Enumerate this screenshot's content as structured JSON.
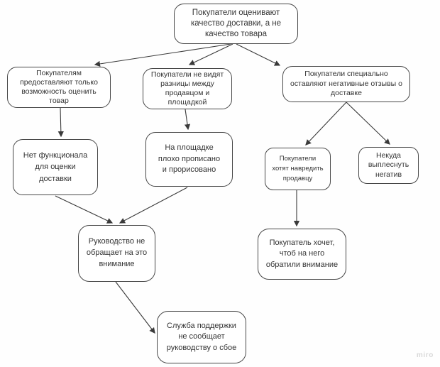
{
  "app": {
    "watermark": "miro"
  },
  "diagram": {
    "type": "cause-tree-flowchart",
    "colors": {
      "node_fill": "#ffffff",
      "node_border": "#474747",
      "text": "#333333",
      "connector": "#3a3a3a",
      "watermark": "#d9d9d9",
      "background": "#fefefe"
    },
    "nodes": [
      {
        "id": "root",
        "text": "Покупатели оценивают качество доставки, а не качество товара"
      },
      {
        "id": "only-rate-product",
        "text": "Покупателям предоставляют только возможность оценить товар"
      },
      {
        "id": "no-difference",
        "text": "Покупатели не видят разницы между продавцом и площадкой"
      },
      {
        "id": "intentional-negative",
        "text": "Покупатели специально оставляют негативные отзывы о доставке"
      },
      {
        "id": "no-functionality",
        "text": "Нет функционала для оценки доставки"
      },
      {
        "id": "poorly-described",
        "text": "На площадке плохо прописано и прорисовано"
      },
      {
        "id": "want-to-harm",
        "text": "Покупатели хотят навредить продавцу"
      },
      {
        "id": "nowhere-to-vent",
        "text": "Некуда выплеснуть негатив"
      },
      {
        "id": "management-ignores",
        "text": "Руководство не обращает на это внимание"
      },
      {
        "id": "buyer-wants-attention",
        "text": "Покупатель хочет, чтоб на него обратили внимание"
      },
      {
        "id": "support-not-reporting",
        "text": "Служба поддержки не сообщает руководству о сбое"
      }
    ],
    "edges": [
      {
        "from": "root",
        "to": "only-rate-product"
      },
      {
        "from": "root",
        "to": "no-difference"
      },
      {
        "from": "root",
        "to": "intentional-negative"
      },
      {
        "from": "only-rate-product",
        "to": "no-functionality"
      },
      {
        "from": "no-difference",
        "to": "poorly-described"
      },
      {
        "from": "intentional-negative",
        "to": "want-to-harm"
      },
      {
        "from": "intentional-negative",
        "to": "nowhere-to-vent"
      },
      {
        "from": "no-functionality",
        "to": "management-ignores"
      },
      {
        "from": "poorly-described",
        "to": "management-ignores"
      },
      {
        "from": "management-ignores",
        "to": "support-not-reporting"
      },
      {
        "from": "want-to-harm",
        "to": "buyer-wants-attention"
      }
    ]
  }
}
